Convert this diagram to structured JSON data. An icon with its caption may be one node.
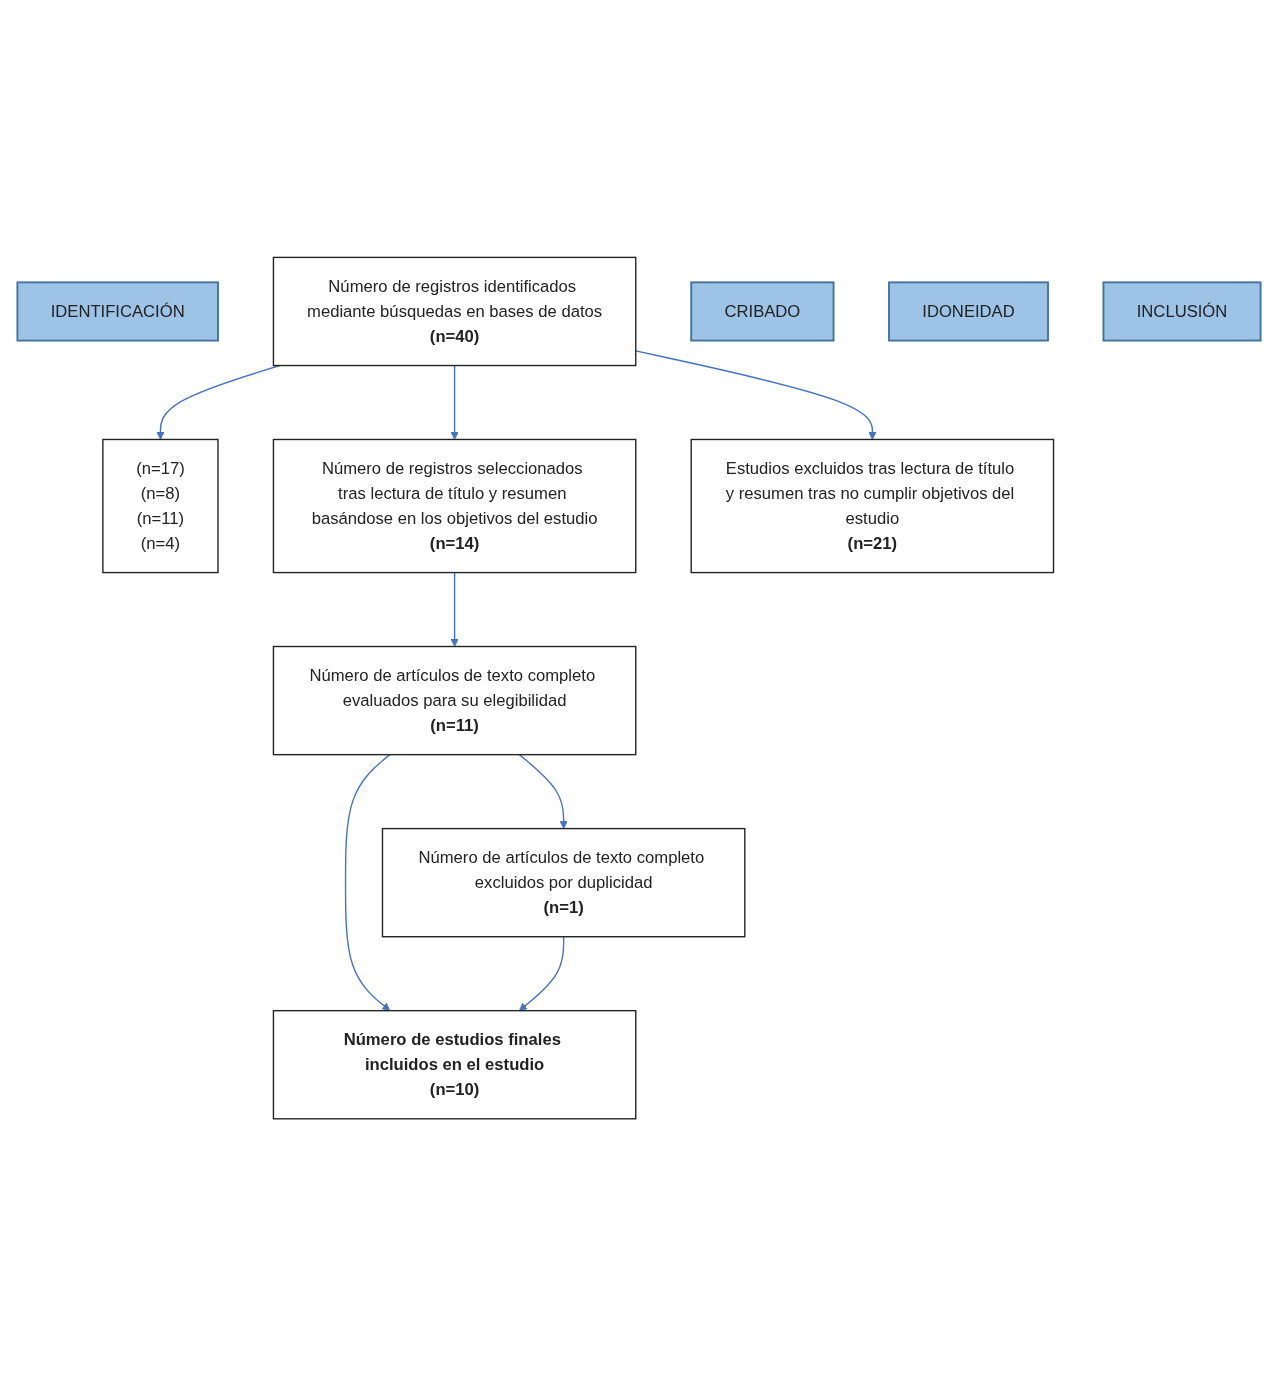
{
  "diagram": {
    "nodes": [
      {
        "text": [
          "IDENTIFICACIÓN"
        ]
      },
      {
        "text": [
          "Número de registros identificados mediante búsquedas en bases de datos",
          "(n=40)"
        ]
      },
      {
        "text": [
          "(n=17)",
          "(n=8)",
          "(n=11)",
          "(n=4)"
        ]
      },
      {
        "text": [
          "CRIBADO"
        ]
      },
      {
        "text": [
          "Número de registros seleccionados tras lectura de título y resumen basándose en los objetivos del estudio",
          "(n=14)"
        ]
      },
      {
        "text": [
          "Estudios excluidos tras lectura de título y resumen tras no cumplir objetivos del estudio",
          "(n=21)"
        ]
      },
      {
        "text": [
          "IDONEIDAD"
        ]
      },
      {
        "text": [
          "Número de artículos de texto completo evaluados para su elegibilidad",
          "(n=11)"
        ]
      },
      {
        "text": [
          "Número de artículos de texto completo excluidos por duplicidad",
          "(n=1)"
        ]
      },
      {
        "text": [
          "INCLUSIÓN"
        ]
      },
      {
        "text": [
          "Número de estudios finales incluidos en el estudio",
          "(n=10)"
        ]
      }
    ],
    "edges": [
      {
        "from": 1,
        "to": 2,
        "arrow": "to"
      },
      {
        "from": 1,
        "to": 4,
        "arrow": "to"
      },
      {
        "from": 1,
        "to": 5,
        "arrow": "to"
      },
      {
        "from": 4,
        "to": 7,
        "arrow": "to"
      },
      {
        "from": 7,
        "to": 8,
        "arrow": "to"
      },
      {
        "from": 7,
        "to": 10,
        "arrow": "to"
      },
      {
        "from": 8,
        "to": 10,
        "arrow": "to"
      }
    ]
  }
}
